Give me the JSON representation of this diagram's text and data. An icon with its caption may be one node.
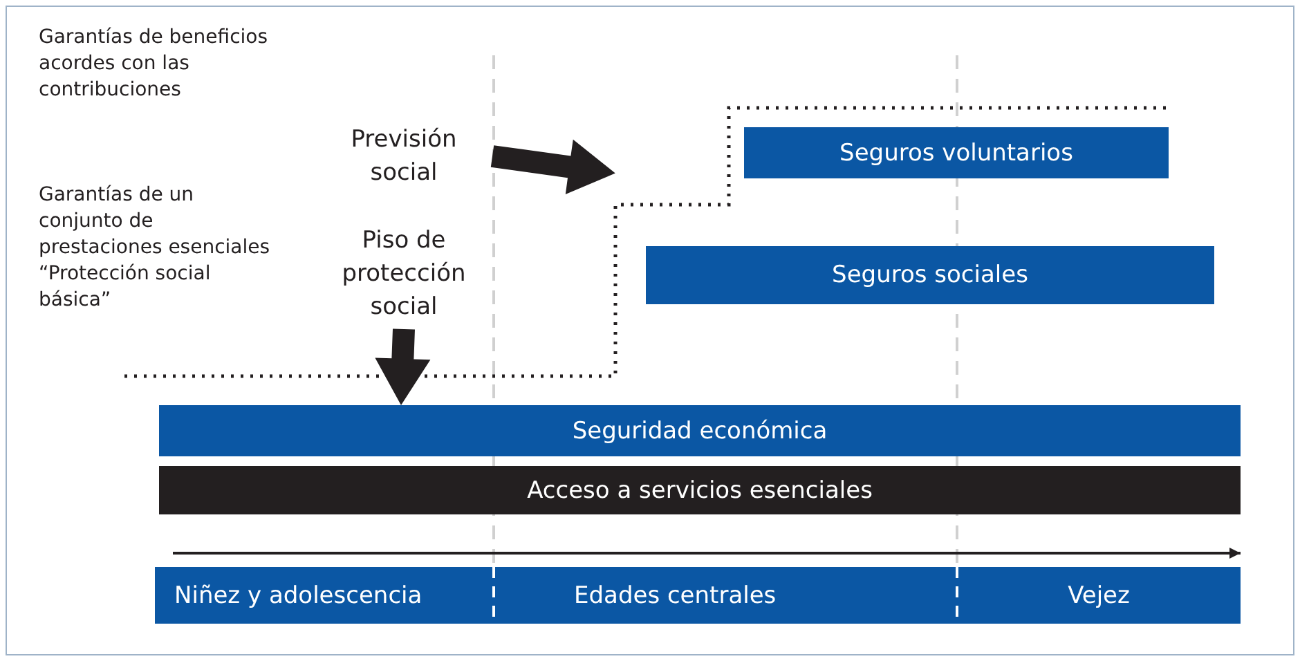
{
  "diagram": {
    "nodes": [
      {
        "text": [
          "Previsión social"
        ]
      },
      {
        "text": [
          "Piso de protección social"
        ]
      },
      {
        "text": [
          "Seguros voluntarios"
        ]
      },
      {
        "text": [
          "Seguros sociales"
        ]
      },
      {
        "text": [
          "Seguridad económica"
        ]
      },
      {
        "text": [
          "Acceso a servicios esenciales"
        ]
      },
      {
        "text": [
          "Niñez y adolescencia"
        ]
      },
      {
        "text": [
          "Edades centrales"
        ]
      },
      {
        "text": [
          "Vejez"
        ]
      }
    ],
    "edges": [
      {
        "from": 0,
        "to": 3,
        "arrow": "to"
      },
      {
        "from": 1,
        "to": 4,
        "arrow": "to"
      }
    ],
    "labels": [
      "Garantías de beneficios acordes con las contribuciones",
      "Garantías de un conjunto de prestaciones esenciales “Protección social básica”"
    ]
  }
}
